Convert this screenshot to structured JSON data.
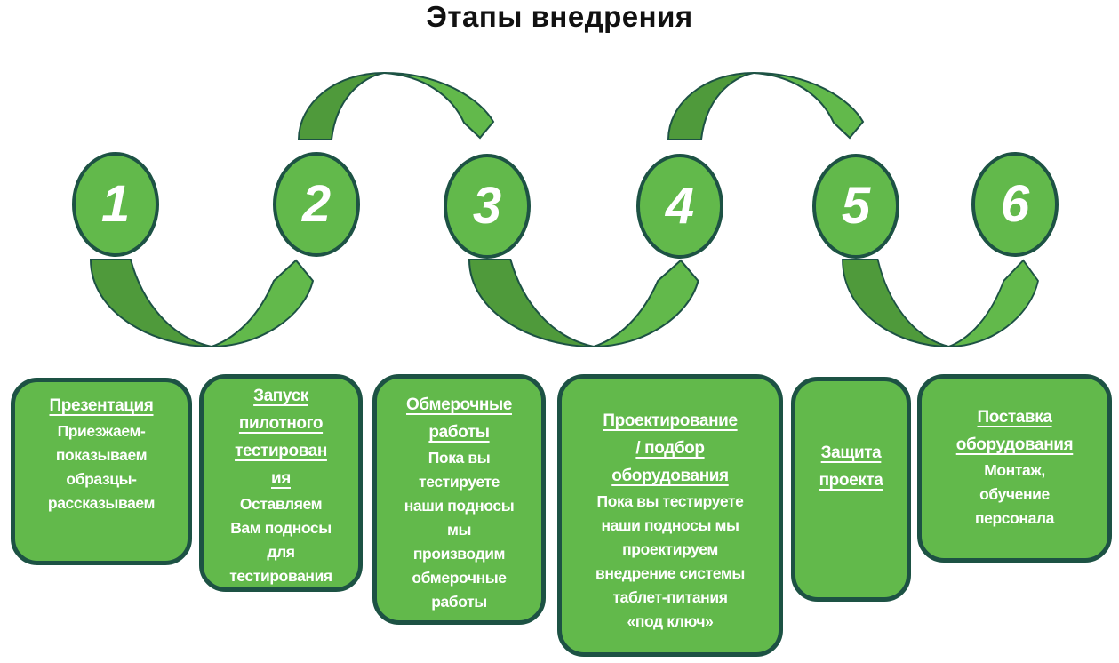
{
  "title": "Этапы внедрения",
  "colors": {
    "fill": "#62b94b",
    "dark_fill": "#4f9a3b",
    "border": "#1d5244",
    "text": "#ffffff"
  },
  "steps": [
    {
      "number": "1",
      "heading": "Презентация",
      "body": "Приезжаем-\nпоказываем\nобразцы-\nрассказываем"
    },
    {
      "number": "2",
      "heading": "Запуск\nпилотного\nтестирован\nия",
      "body": "Оставляем\nВам подносы\nдля\nтестирования"
    },
    {
      "number": "3",
      "heading": "Обмерочные\nработы",
      "body": "Пока вы\nтестируете\nнаши подносы\nмы\nпроизводим\nобмерочные\nработы"
    },
    {
      "number": "4",
      "heading": "Проектирование\n/ подбор\nоборудования",
      "body": "Пока вы тестируете\nнаши подносы мы\nпроектируем\nвнедрение системы\nтаблет-питания\n«под ключ»"
    },
    {
      "number": "5",
      "heading": "Защита\nпроекта",
      "body": ""
    },
    {
      "number": "6",
      "heading": "Поставка\nоборудования",
      "body": "Монтаж,\nобучение\nперсонала"
    }
  ]
}
